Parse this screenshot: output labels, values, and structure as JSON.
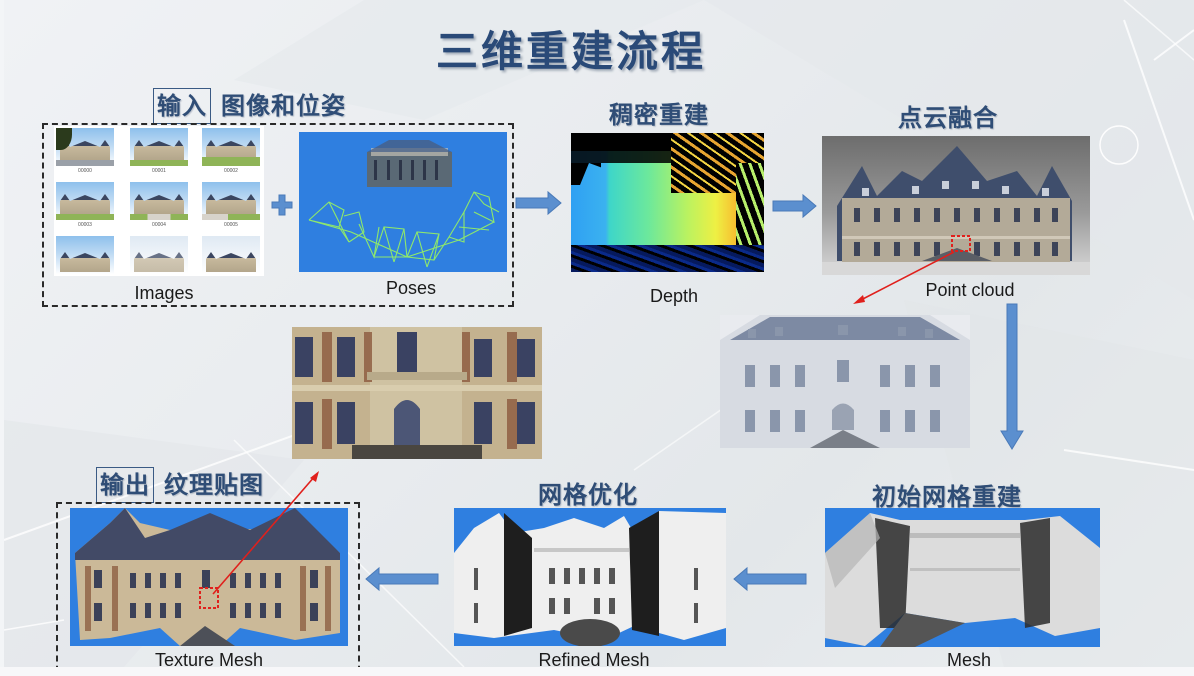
{
  "title": "三维重建流程",
  "input": {
    "tag": "输入",
    "heading": "图像和位姿",
    "images_caption": "Images",
    "poses_caption": "Poses",
    "thumbnail_labels": [
      "00000",
      "00001",
      "00002",
      "00003",
      "00004",
      "00005",
      "",
      "",
      ""
    ],
    "plus_symbol": "+"
  },
  "stages": {
    "dense": {
      "heading": "稠密重建",
      "caption": "Depth"
    },
    "fusion": {
      "heading": "点云融合",
      "caption": "Point cloud"
    },
    "initial_mesh": {
      "heading": "初始网格重建",
      "caption": "Mesh"
    },
    "refine": {
      "heading": "网格优化",
      "caption": "Refined Mesh"
    }
  },
  "output": {
    "tag": "输出",
    "heading": "纹理贴图",
    "caption": "Texture Mesh"
  },
  "colors": {
    "title": "#2a4a78",
    "arrow": "#5b8fcf",
    "arrow_stroke": "#4a7ab8",
    "render_bg": "#2f7fe0",
    "highlight": "#e0201c"
  }
}
